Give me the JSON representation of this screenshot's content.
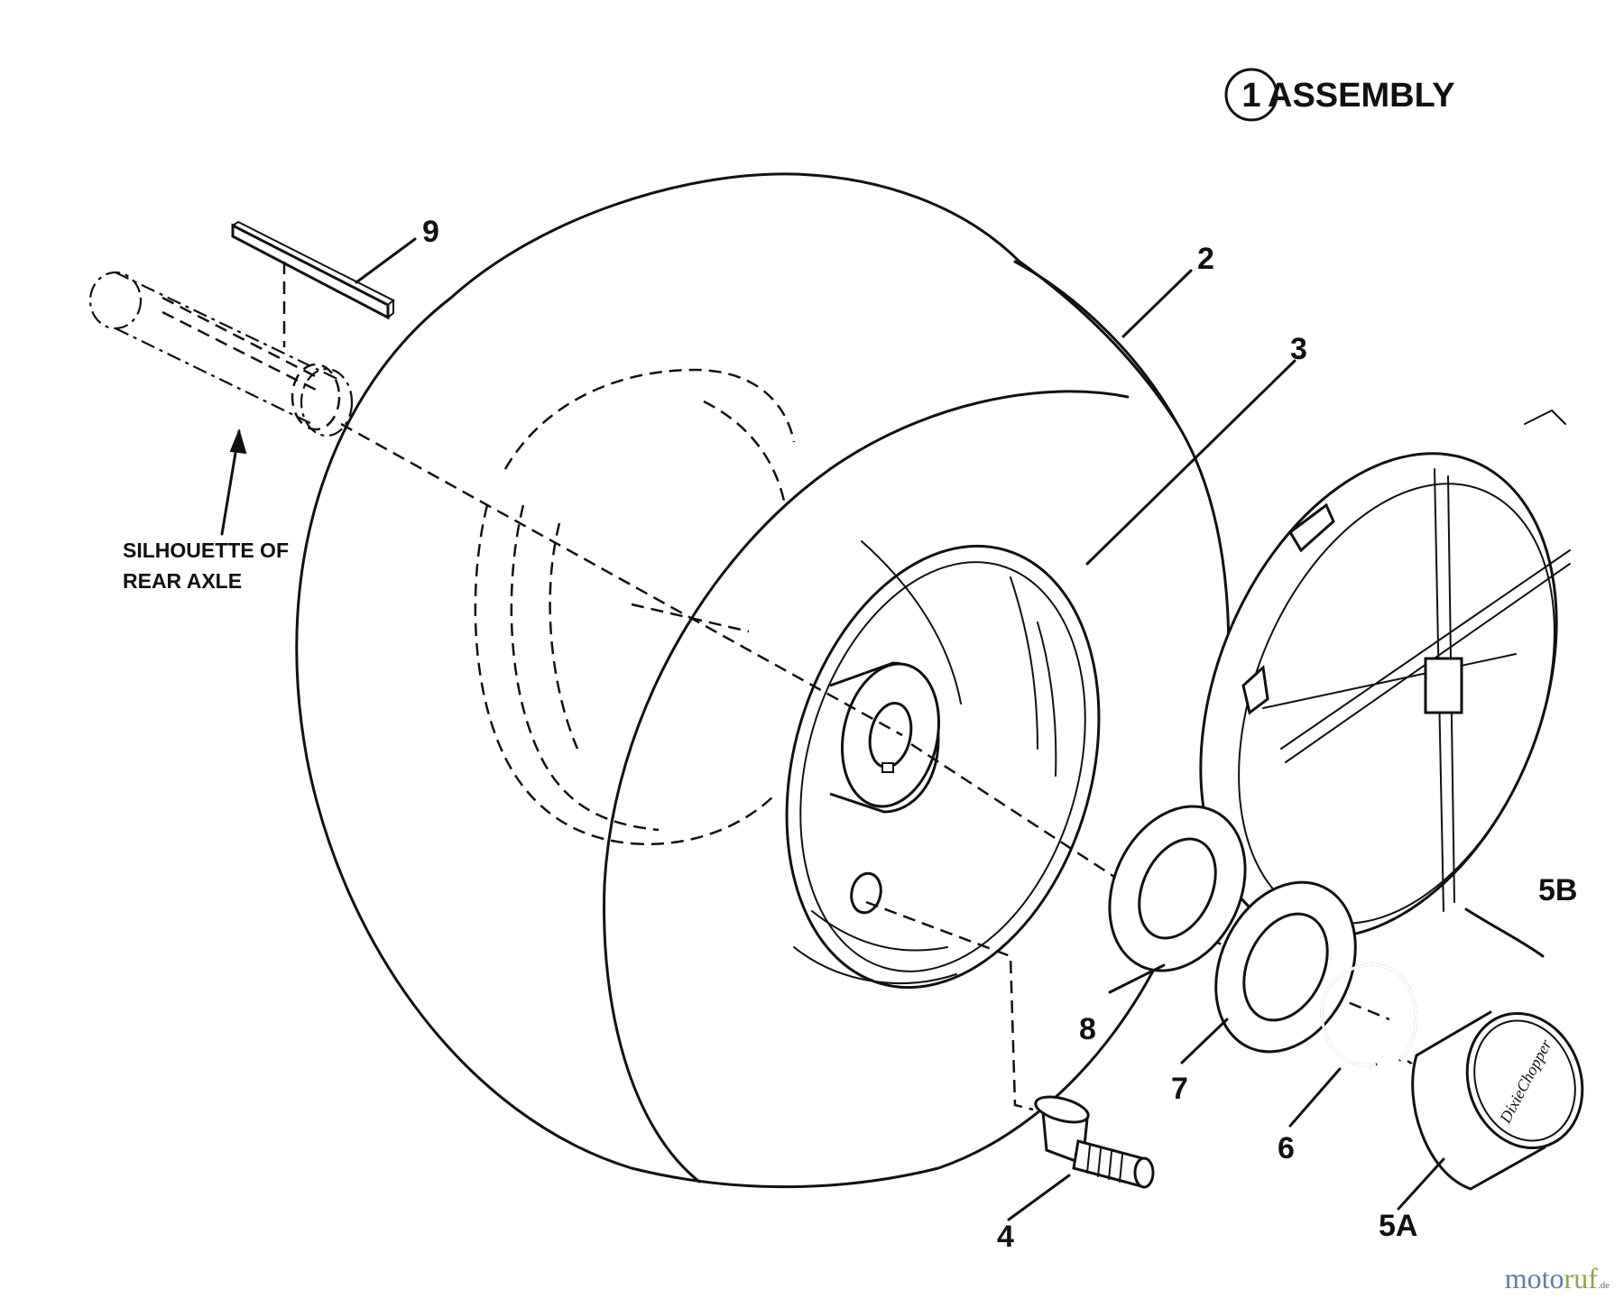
{
  "title": {
    "circled_number": "1",
    "text": "ASSEMBLY"
  },
  "callouts": {
    "p9": "9",
    "p2": "2",
    "p3": "3",
    "p5b": "5B",
    "p8": "8",
    "p7": "7",
    "p6": "6",
    "p5a": "5A",
    "p4": "4"
  },
  "note": {
    "line1": "SILHOUETTE OF",
    "line2": "REAR AXLE"
  },
  "hubcap_print": "DixieChopper",
  "watermark": {
    "part1": "moto",
    "part2": "ruf",
    "tld": ".de"
  }
}
